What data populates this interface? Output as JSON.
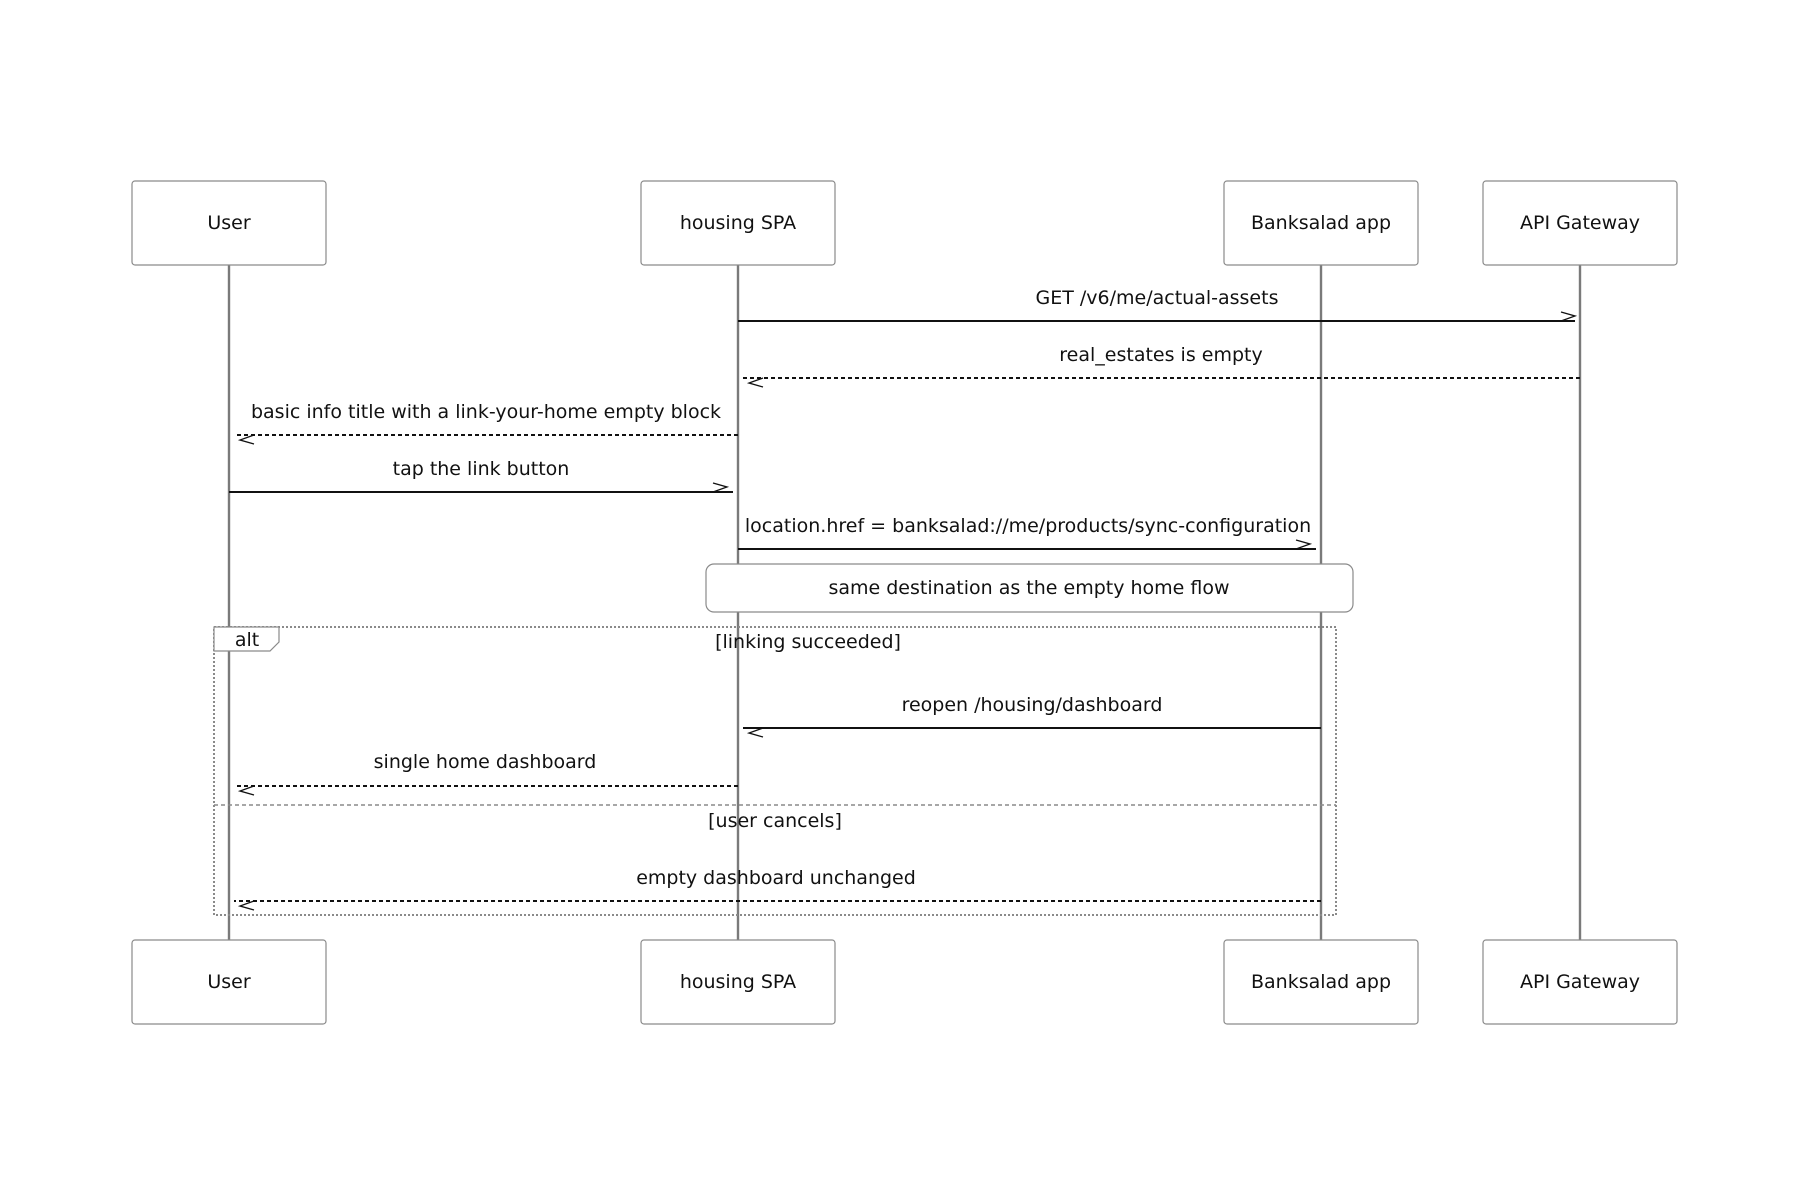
{
  "participants": [
    {
      "id": "user",
      "label": "User"
    },
    {
      "id": "spa",
      "label": "housing SPA"
    },
    {
      "id": "app",
      "label": "Banksalad app"
    },
    {
      "id": "api",
      "label": "API Gateway"
    }
  ],
  "messages": [
    {
      "from": "spa",
      "to": "api",
      "label": "GET /v6/me/actual-assets",
      "style": "solid"
    },
    {
      "from": "api",
      "to": "spa",
      "label": "real_estates is empty",
      "style": "dashed"
    },
    {
      "from": "spa",
      "to": "user",
      "label": "basic info title with a link-your-home empty block",
      "style": "dashed"
    },
    {
      "from": "user",
      "to": "spa",
      "label": "tap the link button",
      "style": "solid"
    },
    {
      "from": "spa",
      "to": "app",
      "label": "location.href = banksalad://me/products/sync-configuration",
      "style": "solid"
    }
  ],
  "note": {
    "over": [
      "spa",
      "app"
    ],
    "label": "same destination as the empty home flow"
  },
  "alt": {
    "label": "alt",
    "sections": [
      {
        "condition": "[linking succeeded]",
        "messages": [
          {
            "from": "app",
            "to": "spa",
            "label": "reopen /housing/dashboard",
            "style": "solid"
          },
          {
            "from": "spa",
            "to": "user",
            "label": "single home dashboard",
            "style": "dashed"
          }
        ]
      },
      {
        "condition": "[user cancels]",
        "messages": [
          {
            "from": "app",
            "to": "user",
            "label": "empty dashboard unchanged",
            "style": "dashed"
          }
        ]
      }
    ]
  }
}
